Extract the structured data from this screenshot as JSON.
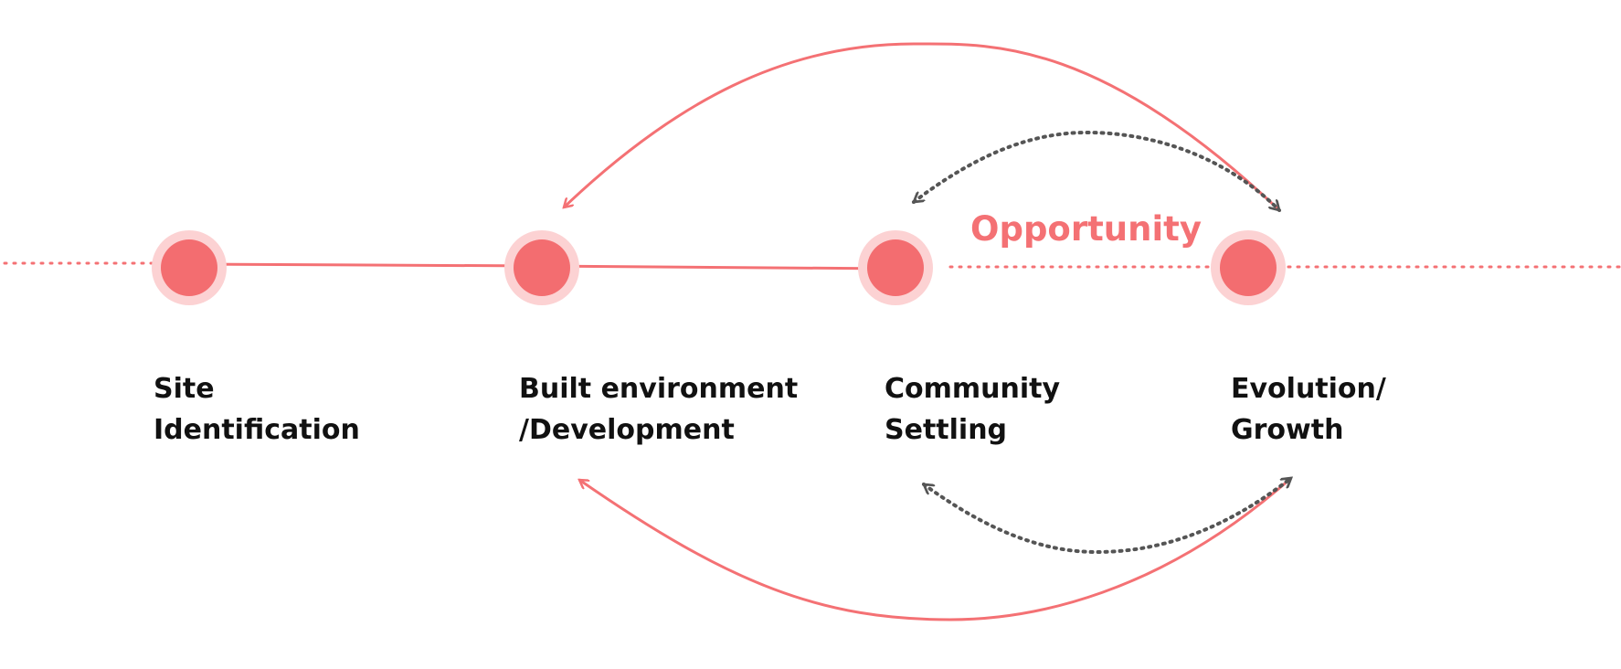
{
  "stages": [
    {
      "id": "site",
      "lines": [
        "Site",
        "Identification"
      ]
    },
    {
      "id": "built",
      "lines": [
        "Built environment",
        "/Development"
      ]
    },
    {
      "id": "community",
      "lines": [
        "Community",
        "Settling"
      ]
    },
    {
      "id": "evolution",
      "lines": [
        "Evolution/",
        "Growth"
      ]
    }
  ],
  "opportunity": {
    "label": "Opportunity"
  },
  "colors": {
    "accent": "#f47174",
    "node_fill": "#f36d70",
    "node_halo": "#fcd2d3",
    "dotted_arrow": "#555555",
    "text": "#111111"
  }
}
